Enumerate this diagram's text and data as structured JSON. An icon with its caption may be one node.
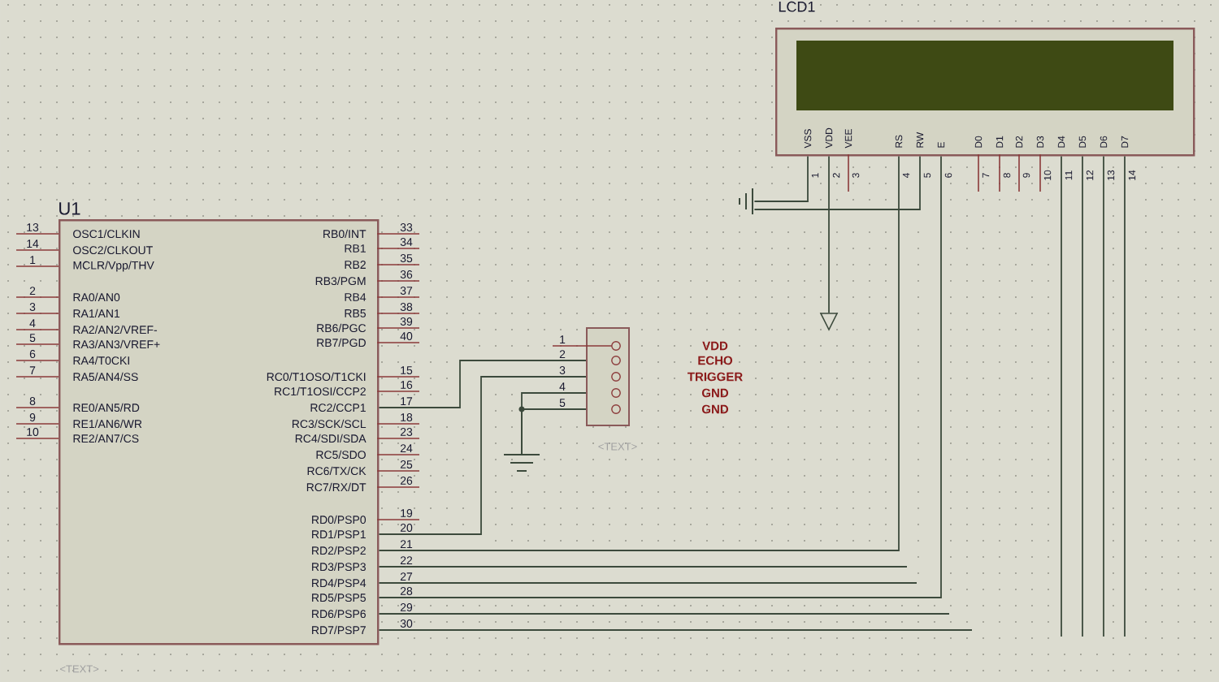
{
  "diagram": {
    "nodes": [
      {
        "text": [
          "U1",
          "<TEXT>"
        ]
      },
      {
        "text": [
          "LCD1"
        ]
      },
      {
        "text": [
          "<TEXT>"
        ]
      },
      {
        "text": [],
        "shape": "ground"
      },
      {
        "text": [],
        "shape": "triangle"
      },
      {
        "text": [],
        "shape": "ground"
      }
    ],
    "edges": [
      {
        "from": 1,
        "to": 3,
        "arrow": "none"
      },
      {
        "from": 1,
        "to": 3,
        "arrow": "none"
      },
      {
        "from": 1,
        "to": 4,
        "arrow": "none"
      },
      {
        "from": 0,
        "to": 2,
        "arrow": "none"
      },
      {
        "from": 0,
        "to": 2,
        "arrow": "none"
      },
      {
        "from": 2,
        "to": 5,
        "arrow": "none"
      },
      {
        "from": 2,
        "to": 5,
        "arrow": "none"
      },
      {
        "from": 0,
        "to": 1,
        "arrow": "none"
      },
      {
        "from": 0,
        "to": 1,
        "arrow": "none"
      },
      {
        "from": 0,
        "to": null,
        "arrow": "none"
      },
      {
        "from": 0,
        "to": null,
        "arrow": "none"
      },
      {
        "from": 0,
        "to": null,
        "arrow": "none"
      },
      {
        "from": 0,
        "to": null,
        "arrow": "none"
      },
      {
        "from": 1,
        "to": null,
        "arrow": "none"
      },
      {
        "from": 1,
        "to": null,
        "arrow": "none"
      },
      {
        "from": 1,
        "to": null,
        "arrow": "none"
      },
      {
        "from": 1,
        "to": null,
        "arrow": "none"
      }
    ],
    "labels": [
      "13",
      "OSC1/CLKIN",
      "14",
      "OSC2/CLKOUT",
      "1",
      "MCLR/Vpp/THV",
      "2",
      "RA0/AN0",
      "3",
      "RA1/AN1",
      "4",
      "RA2/AN2/VREF-",
      "5",
      "RA3/AN3/VREF+",
      "6",
      "RA4/T0CKI",
      "7",
      "RA5/AN4/SS",
      "8",
      "RE0/AN5/RD",
      "9",
      "RE1/AN6/WR",
      "10",
      "RE2/AN7/CS",
      "RB0/INT",
      "33",
      "RB1",
      "34",
      "RB2",
      "35",
      "RB3/PGM",
      "36",
      "RB4",
      "37",
      "RB5",
      "38",
      "RB6/PGC",
      "39",
      "RB7/PGD",
      "40",
      "RC0/T1OSO/T1CKI",
      "15",
      "RC1/T1OSI/CCP2",
      "16",
      "RC2/CCP1",
      "17",
      "RC3/SCK/SCL",
      "18",
      "RC4/SDI/SDA",
      "23",
      "RC5/SDO",
      "24",
      "RC6/TX/CK",
      "25",
      "RC7/RX/DT",
      "26",
      "RD0/PSP0",
      "19",
      "RD1/PSP1",
      "20",
      "RD2/PSP2",
      "21",
      "RD3/PSP3",
      "22",
      "RD4/PSP4",
      "27",
      "RD5/PSP5",
      "28",
      "RD6/PSP6",
      "29",
      "RD7/PSP7",
      "30",
      "VSS",
      "VDD",
      "VEE",
      "RS",
      "RW",
      "E",
      "D0",
      "D1",
      "D2",
      "D3",
      "D4",
      "D5",
      "D6",
      "D7",
      "1",
      "2",
      "3",
      "4",
      "5",
      "6",
      "7",
      "8",
      "9",
      "10",
      "11",
      "12",
      "13",
      "14",
      "1",
      "2",
      "3",
      "4",
      "5",
      "VDD",
      "ECHO",
      "TRIGGER",
      "GND",
      "GND"
    ]
  }
}
